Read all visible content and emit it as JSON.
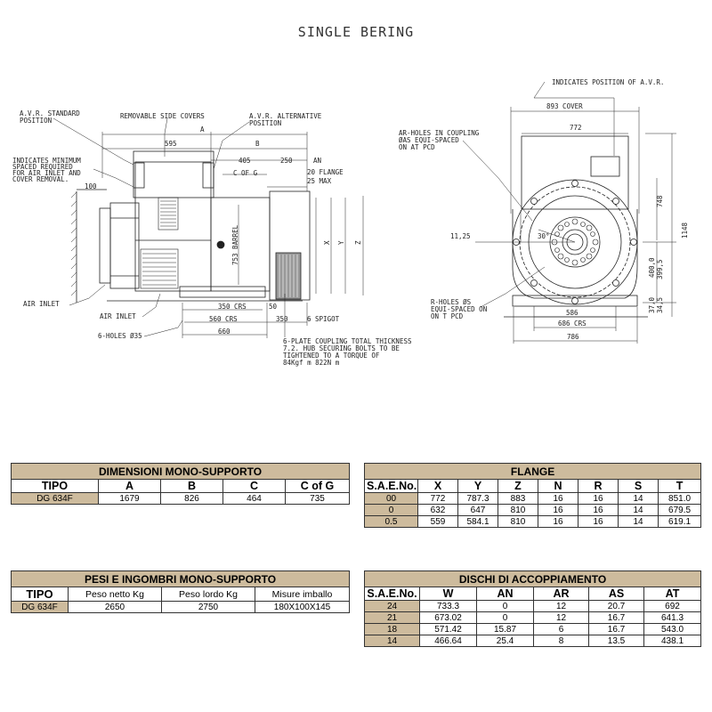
{
  "drawing": {
    "title": "SINGLE BERING",
    "side_labels": {
      "avr_standard": [
        "A.V.R. STANDARD",
        "POSITION"
      ],
      "removable_covers": "REMOVABLE SIDE COVERS",
      "avr_alternative": [
        "A.V.R. ALTERNATIVE",
        "POSITION"
      ],
      "min_space": [
        "INDICATES MINIMUM",
        "SPACED REQUIRED",
        "FOR AIR INLET AND",
        "COVER REMOVAL."
      ],
      "dim_100": "100",
      "dim_A": "A",
      "dim_595": "595",
      "dim_B": "B",
      "dim_405": "405",
      "dim_250": "250",
      "dim_AN": "AN",
      "dim_C_of_G": "C OF G",
      "dim_20_flange": "20 FLANGE",
      "dim_25_max": "25 MAX",
      "dim_753_barrel": "753 BARREL",
      "dim_X": "X",
      "dim_Y": "Y",
      "dim_Z": "Z",
      "air_inlet_1": "AIR INLET",
      "air_inlet_2": "AIR INLET",
      "six_holes": "6-HOLES Ø35",
      "dim_350_crs": "350 CRS",
      "dim_50": "50",
      "dim_560_crs": "560 CRS",
      "dim_350": "350",
      "six_spigot": "6 SPIGOT",
      "dim_660": "660",
      "coupling_note": [
        "6-PLATE COUPLING TOTAL THICKNESS",
        "7.2. HUB SECURING BOLTS TO BE",
        "TIGHTENED TO A TORQUE OF",
        "84Kgf m 822N m"
      ]
    },
    "front_labels": {
      "avr_position": "INDICATES POSITION OF A.V.R.",
      "cover_893": "893 COVER",
      "dim_772": "772",
      "ar_holes": [
        "AR-HOLES IN COUPLING",
        "ØAS EQUI-SPACED",
        "ON AT PCD"
      ],
      "dim_748": "748",
      "dim_1148": "1148",
      "dim_1125": "11,25",
      "dim_30": "30°",
      "dim_400": "400,0",
      "dim_3995": "399,5",
      "dim_370": "37,0",
      "dim_345": "34,5",
      "r_holes": [
        "R-HOLES ØS",
        "EQUI-SPACED ON",
        "ON T PCD"
      ],
      "dim_586": "586",
      "dim_686_crs": "686 CRS",
      "dim_786": "786"
    }
  },
  "dimensioni": {
    "title": "DIMENSIONI  MONO-SUPPORTO",
    "headers": [
      "TIPO",
      "A",
      "B",
      "C",
      "C of G"
    ],
    "rows": [
      [
        "DG 634F",
        "1679",
        "826",
        "464",
        "735"
      ]
    ]
  },
  "flange": {
    "title": "FLANGE",
    "headers": [
      "S.A.E.No.",
      "X",
      "Y",
      "Z",
      "N",
      "R",
      "S",
      "T"
    ],
    "rows": [
      [
        "00",
        "772",
        "787.3",
        "883",
        "16",
        "16",
        "14",
        "851.0"
      ],
      [
        "0",
        "632",
        "647",
        "810",
        "16",
        "16",
        "14",
        "679.5"
      ],
      [
        "0.5",
        "559",
        "584.1",
        "810",
        "16",
        "16",
        "14",
        "619.1"
      ]
    ]
  },
  "pesi": {
    "title": "PESI E INGOMBRI  MONO-SUPPORTO",
    "headers": [
      "TIPO",
      "Peso netto Kg",
      "Peso lordo Kg",
      "Misure imballo"
    ],
    "rows": [
      [
        "DG 634F",
        "2650",
        "2750",
        "180X100X145"
      ]
    ]
  },
  "dischi": {
    "title": "DISCHI DI ACCOPPIAMENTO",
    "headers": [
      "S.A.E.No.",
      "W",
      "AN",
      "AR",
      "AS",
      "AT"
    ],
    "rows": [
      [
        "24",
        "733.3",
        "0",
        "12",
        "20.7",
        "692"
      ],
      [
        "21",
        "673.02",
        "0",
        "12",
        "16.7",
        "641.3"
      ],
      [
        "18",
        "571.42",
        "15.87",
        "6",
        "16.7",
        "543.0"
      ],
      [
        "14",
        "466.64",
        "25.4",
        "8",
        "13.5",
        "438.1"
      ]
    ]
  }
}
